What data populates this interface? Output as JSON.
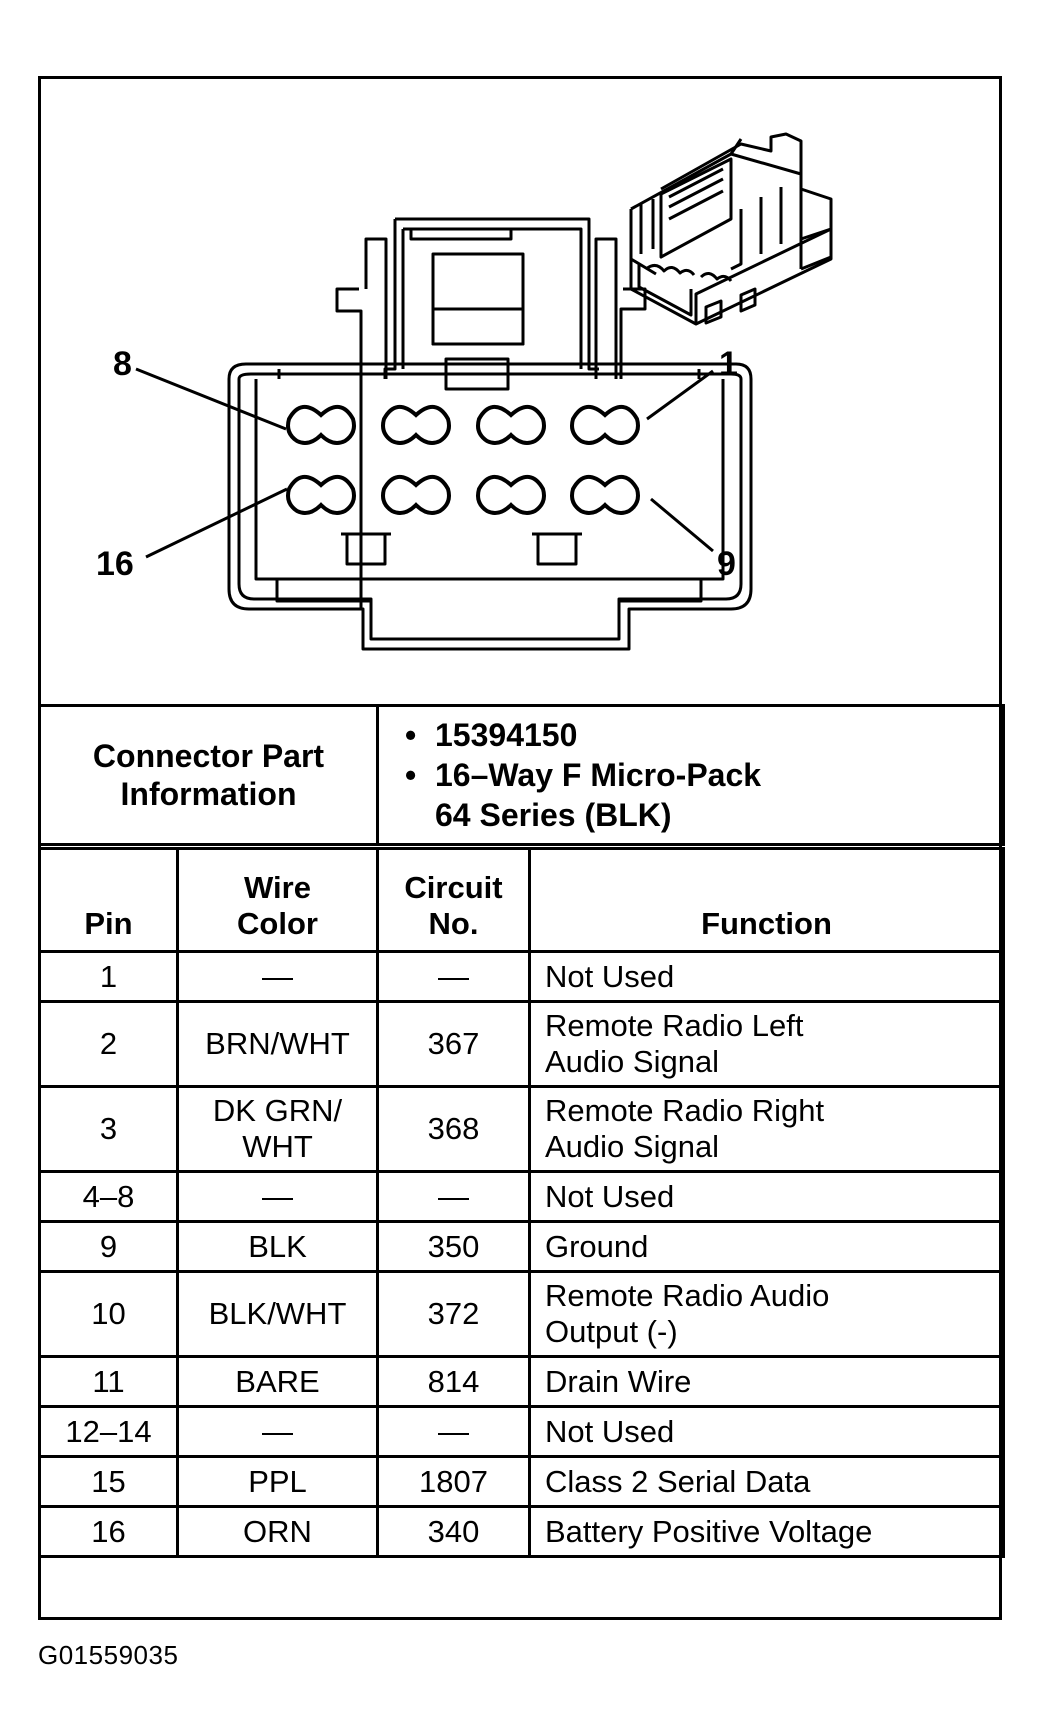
{
  "pin_labels": {
    "p8": "8",
    "p1": "1",
    "p16": "16",
    "p9": "9"
  },
  "connector_info": {
    "header": [
      "Connector Part",
      "Information"
    ],
    "part_number": "15394150",
    "description_line1": "16–Way F Micro-Pack",
    "description_line2": "64 Series (BLK)"
  },
  "pin_table": {
    "headers": {
      "pin": "Pin",
      "wire_color_line1": "Wire",
      "wire_color_line2": "Color",
      "circuit_line1": "Circuit",
      "circuit_line2": "No.",
      "function": "Function"
    },
    "rows": [
      {
        "pin": "1",
        "wire": [
          "—"
        ],
        "circuit": "—",
        "function": [
          "Not Used"
        ]
      },
      {
        "pin": "2",
        "wire": [
          "BRN/WHT"
        ],
        "circuit": "367",
        "function": [
          "Remote Radio Left",
          "Audio Signal"
        ]
      },
      {
        "pin": "3",
        "wire": [
          "DK GRN/",
          "WHT"
        ],
        "circuit": "368",
        "function": [
          "Remote Radio Right",
          "Audio Signal"
        ]
      },
      {
        "pin": "4–8",
        "wire": [
          "—"
        ],
        "circuit": "—",
        "function": [
          "Not Used"
        ]
      },
      {
        "pin": "9",
        "wire": [
          "BLK"
        ],
        "circuit": "350",
        "function": [
          "Ground"
        ]
      },
      {
        "pin": "10",
        "wire": [
          "BLK/WHT"
        ],
        "circuit": "372",
        "function": [
          "Remote Radio Audio",
          "Output (-)"
        ]
      },
      {
        "pin": "11",
        "wire": [
          "BARE"
        ],
        "circuit": "814",
        "function": [
          "Drain Wire"
        ]
      },
      {
        "pin": "12–14",
        "wire": [
          "—"
        ],
        "circuit": "—",
        "function": [
          "Not Used"
        ]
      },
      {
        "pin": "15",
        "wire": [
          "PPL"
        ],
        "circuit": "1807",
        "function": [
          "Class 2 Serial Data"
        ]
      },
      {
        "pin": "16",
        "wire": [
          "ORN"
        ],
        "circuit": "340",
        "function": [
          "Battery Positive Voltage"
        ]
      }
    ]
  },
  "figure_id": "G01559035"
}
